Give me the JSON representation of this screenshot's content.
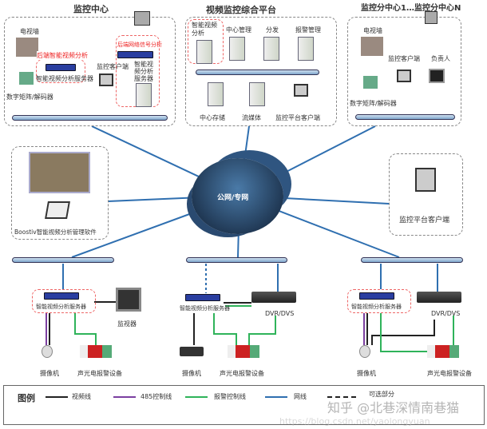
{
  "center": {
    "title": "监控中心",
    "video_wall": "电视墙",
    "matrix": "数字矩阵/解码器",
    "backend_video_label": "后端智能视频分析",
    "backend_video_server": "智能视频分析服务器",
    "client": "监控客户端",
    "backend_net_label": "后端网络信号分析",
    "smart_server": "智能视频分析服务器"
  },
  "platform": {
    "title": "视频监控综合平台",
    "items": [
      "智能视频分析",
      "中心管理",
      "分发",
      "报警管理"
    ],
    "bottom": [
      "中心存储",
      "流媒体",
      "监控平台客户端"
    ]
  },
  "branch": {
    "title": "监控分中心1…监控分中心N",
    "video_wall": "电视墙",
    "client": "监控客户端",
    "manager": "负责人",
    "matrix": "数字矩阵/解码器"
  },
  "cloud": {
    "label": "公网/专网"
  },
  "software": {
    "label": "Boostiv智能视频分析管理软件"
  },
  "client_box": {
    "label": "监控平台客户端"
  },
  "sites": [
    {
      "server": "智能视频分析服务器",
      "monitor": "监视器",
      "camera": "摄像机",
      "alarm": "声光电报警设备"
    },
    {
      "server": "智能视频分析服务器",
      "dvr": "DVR/DVS",
      "camera": "摄像机",
      "alarm": "声光电报警设备"
    },
    {
      "server": "智能视频分析服务器",
      "dvr": "DVR/DVS",
      "camera": "摄像机",
      "alarm": "声光电报警设备"
    }
  ],
  "legend": {
    "title": "图例",
    "items": [
      {
        "label": "视频线",
        "color": "#222222"
      },
      {
        "label": "485控制线",
        "color": "#7b3fa0"
      },
      {
        "label": "报警控制线",
        "color": "#2fb35a"
      },
      {
        "label": "网线",
        "color": "#2f6fb0"
      },
      {
        "label": "可选部分",
        "color": "#222222"
      }
    ]
  },
  "watermark": {
    "text": "知乎 @北巷深情南巷猫",
    "url": "https://blog.csdn.net/yaolongyuan"
  }
}
